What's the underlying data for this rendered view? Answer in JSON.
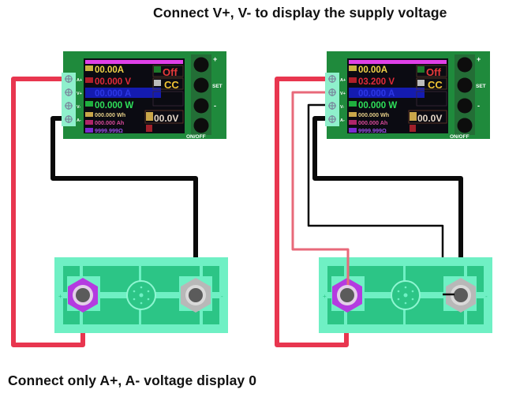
{
  "captions": {
    "top": "Connect V+, V- to display the supply voltage",
    "bottom": "Connect only A+, A- voltage display 0"
  },
  "colors": {
    "pcb_green": "#1f8a3c",
    "terminal_mint": "#8ff0cc",
    "wire_red": "#e8364f",
    "wire_pink": "#e8697a",
    "wire_black": "#0a0a0a",
    "battery_board": "#6ff0c4",
    "battery_inner": "#2cc586",
    "terminal_positive": "#b43be0",
    "terminal_negative": "#b8b8b8"
  },
  "terminal_labels": [
    "A+",
    "V+",
    "V-",
    "A-"
  ],
  "button_labels": [
    "+",
    "SET",
    "-",
    "ON/OFF"
  ],
  "modules": [
    {
      "id": "left",
      "display": {
        "set_current": "00.00A",
        "voltage": "00.000 V",
        "current": "00.000 A",
        "power": "00.000 W",
        "energy": "000.000 Wh",
        "capacity": "000.000 Ah",
        "resistance": "9999.999Ω",
        "state": "Off",
        "mode": "CC",
        "cutoff_voltage": "00.0V"
      }
    },
    {
      "id": "right",
      "display": {
        "set_current": "00.00A",
        "voltage": "03.200 V",
        "current": "00.000 A",
        "power": "00.000 W",
        "energy": "000.000 Wh",
        "capacity": "000.000 Ah",
        "resistance": "9999.999Ω",
        "state": "Off",
        "mode": "CC",
        "cutoff_voltage": "00.0V"
      }
    }
  ]
}
